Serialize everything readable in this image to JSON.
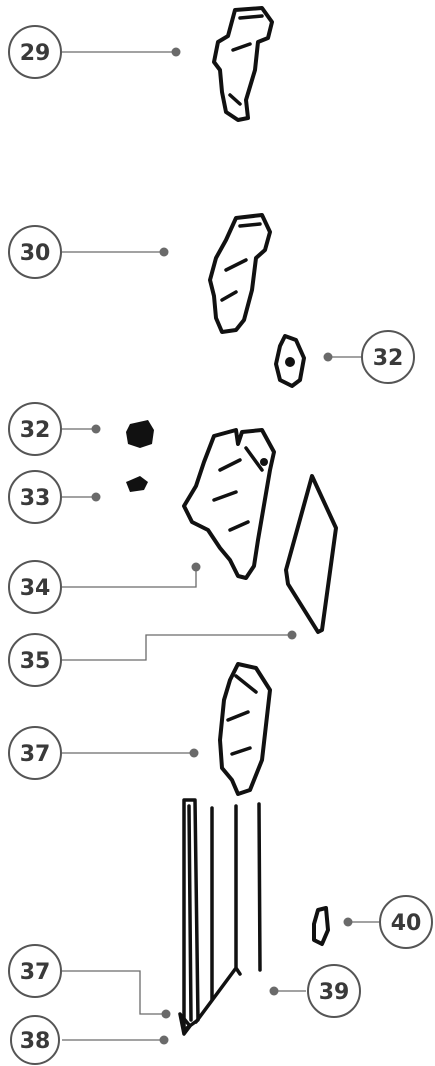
{
  "callouts": [
    {
      "id": "c29",
      "label": "29"
    },
    {
      "id": "c30",
      "label": "30"
    },
    {
      "id": "c32a",
      "label": "32"
    },
    {
      "id": "c32b",
      "label": "32"
    },
    {
      "id": "c33",
      "label": "33"
    },
    {
      "id": "c34",
      "label": "34"
    },
    {
      "id": "c35",
      "label": "35"
    },
    {
      "id": "c37a",
      "label": "37"
    },
    {
      "id": "c40",
      "label": "40"
    },
    {
      "id": "c37b",
      "label": "37"
    },
    {
      "id": "c39",
      "label": "39"
    },
    {
      "id": "c38",
      "label": "38"
    }
  ],
  "colors": {
    "ink": "#111111",
    "callout_stroke": "#555555",
    "leader": "#6a6a6a"
  }
}
